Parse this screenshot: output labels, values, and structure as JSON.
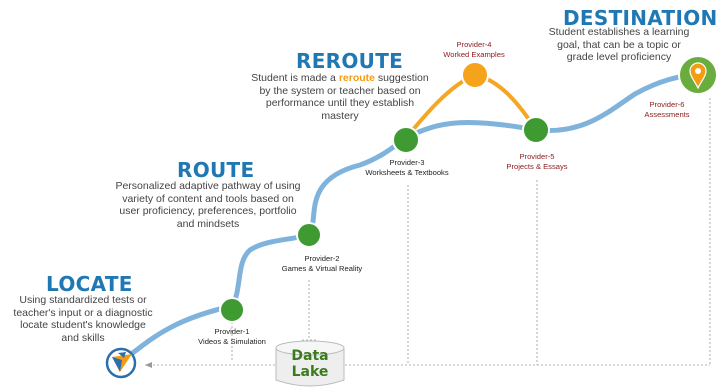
{
  "stages": {
    "locate": {
      "title": "LOCATE",
      "desc_lines": [
        "Using standardized tests or",
        "teacher's input or a diagnostic",
        "locate student's knowledge",
        "and skills"
      ]
    },
    "route": {
      "title": "ROUTE",
      "desc_lines": [
        "Personalized adaptive pathway of using",
        "variety of content and tools based on",
        "user proficiency, preferences, portfolio",
        "and mindsets"
      ]
    },
    "reroute": {
      "title": "REROUTE",
      "desc_before": "Student is made a ",
      "desc_highlight": "reroute",
      "desc_after": " suggestion",
      "desc_lines": [
        "by the system or teacher based on",
        "performance until they establish",
        "mastery"
      ]
    },
    "destination": {
      "title": "DESTINATION",
      "desc_lines": [
        "Student establishes a learning",
        "goal, that can be a topic or",
        "grade level proficiency"
      ]
    }
  },
  "providers": [
    {
      "name": "Provider-1",
      "desc": "Videos & Simulation"
    },
    {
      "name": "Provider-2",
      "desc": "Games & Virtual Reality"
    },
    {
      "name": "Provider-3",
      "desc": "Worksheets & Textbooks"
    },
    {
      "name": "Provider-4",
      "desc": "Worked Examples"
    },
    {
      "name": "Provider-5",
      "desc": "Projects & Essays"
    },
    {
      "name": "Provider-6",
      "desc": "Assessments"
    }
  ],
  "data_lake": {
    "line1": "Data",
    "line2": "Lake"
  },
  "colors": {
    "heading": "#1f78b4",
    "path": "#7fb3dc",
    "reroute_path": "#f5a623",
    "node_green": "#3e9a31",
    "node_orange": "#f5a31a",
    "destination_red": "#8b1a1a",
    "location_pin": "#f39c12"
  },
  "icons": {
    "start": "compass-location-icon",
    "destination": "location-pin-icon",
    "storage": "database-cylinder-icon"
  }
}
